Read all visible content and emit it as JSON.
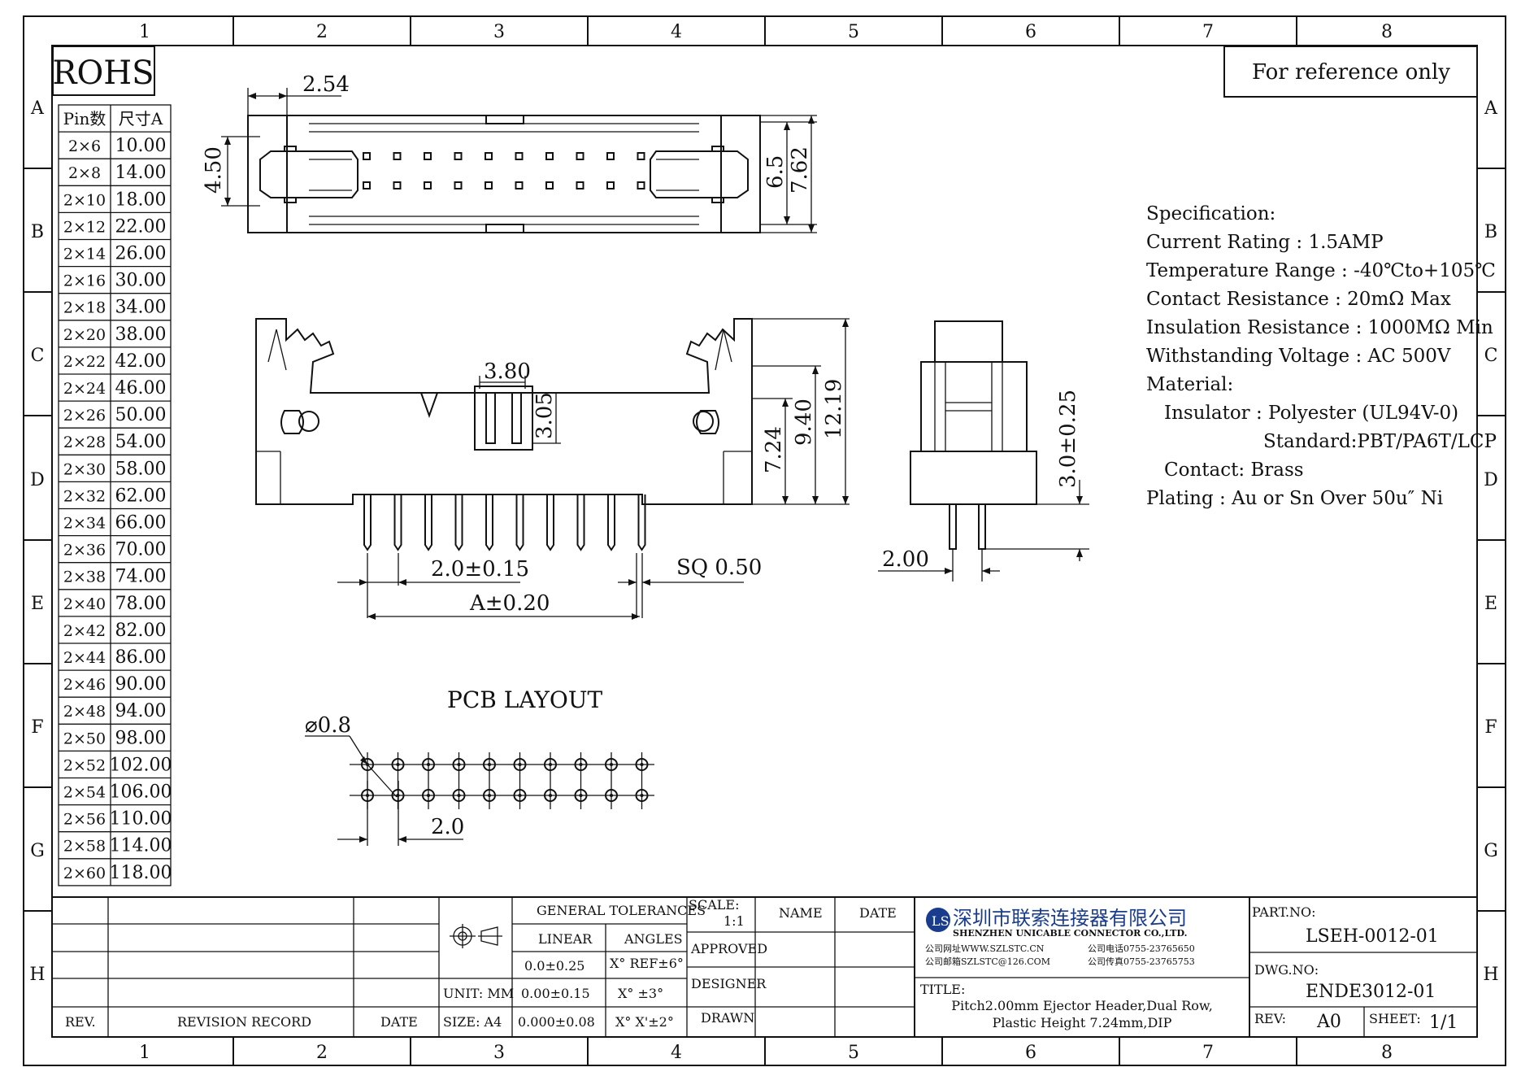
{
  "grid": {
    "columns": [
      "1",
      "2",
      "3",
      "4",
      "5",
      "6",
      "7",
      "8"
    ],
    "rows": [
      "A",
      "B",
      "C",
      "D",
      "E",
      "F",
      "G",
      "H"
    ]
  },
  "rohs": "ROHS",
  "reference_note": "For reference only",
  "pin_table": {
    "headers": [
      "Pin数",
      "尺寸A"
    ],
    "rows": [
      [
        "2×6",
        "10.00"
      ],
      [
        "2×8",
        "14.00"
      ],
      [
        "2×10",
        "18.00"
      ],
      [
        "2×12",
        "22.00"
      ],
      [
        "2×14",
        "26.00"
      ],
      [
        "2×16",
        "30.00"
      ],
      [
        "2×18",
        "34.00"
      ],
      [
        "2×20",
        "38.00"
      ],
      [
        "2×22",
        "42.00"
      ],
      [
        "2×24",
        "46.00"
      ],
      [
        "2×26",
        "50.00"
      ],
      [
        "2×28",
        "54.00"
      ],
      [
        "2×30",
        "58.00"
      ],
      [
        "2×32",
        "62.00"
      ],
      [
        "2×34",
        "66.00"
      ],
      [
        "2×36",
        "70.00"
      ],
      [
        "2×38",
        "74.00"
      ],
      [
        "2×40",
        "78.00"
      ],
      [
        "2×42",
        "82.00"
      ],
      [
        "2×44",
        "86.00"
      ],
      [
        "2×46",
        "90.00"
      ],
      [
        "2×48",
        "94.00"
      ],
      [
        "2×50",
        "98.00"
      ],
      [
        "2×52",
        "102.00"
      ],
      [
        "2×54",
        "106.00"
      ],
      [
        "2×56",
        "110.00"
      ],
      [
        "2×58",
        "114.00"
      ],
      [
        "2×60",
        "118.00"
      ]
    ]
  },
  "dimensions": {
    "pitch_top": "2.54",
    "width_top": "4.50",
    "height_6_5": "6.5",
    "height_7_62": "7.62",
    "key_width": "3.80",
    "key_depth": "3.05",
    "height_7_24": "7.24",
    "height_9_40": "9.40",
    "height_12_19": "12.19",
    "pitch_tol": "2.0±0.15",
    "square_pin": "SQ 0.50",
    "length_a": "A±0.20",
    "pin_length": "3.0±0.25",
    "row_pitch": "2.00",
    "pcb_title": "PCB LAYOUT",
    "hole_dia": "⌀0.8",
    "pcb_pitch": "2.0"
  },
  "specification": {
    "heading": "Specification:",
    "lines": [
      "Current Rating : 1.5AMP",
      "Temperature Range : -40℃to+105℃",
      "Contact Resistance : 20mΩ Max",
      "Insulation Resistance : 1000MΩ Min",
      "Withstanding Voltage : AC 500V",
      "Material:",
      "Insulator : Polyester (UL94V-0)",
      "Standard:PBT/PA6T/LCP",
      "Contact: Brass",
      "Plating : Au or Sn Over 50u″ Ni"
    ]
  },
  "title_block": {
    "rev_label": "REV.",
    "revision_record": "REVISION RECORD",
    "date_label": "DATE",
    "unit": "UNIT: MM",
    "size": "SIZE: A4",
    "general_tolerances": "GENERAL TOLERANCES",
    "linear": "LINEAR",
    "angles": "ANGLES",
    "tol_linear": [
      "0.0±0.25",
      "0.00±0.15",
      "0.000±0.08"
    ],
    "tol_angles": [
      "X° REF±6°",
      "X° ±3°",
      "X° X'±2°"
    ],
    "scale_label": "SCALE:",
    "scale_value": "1:1",
    "name_label": "NAME",
    "date_col": "DATE",
    "approved": "APPROVED",
    "designer": "DESIGNER",
    "drawn": "DRAWN",
    "company_cn": "深圳市联索连接器有限公司",
    "company_en": "SHENZHEN UNICABLE CONNECTOR CO.,LTD.",
    "company_web": "公司网址WWW.SZLSTC.CN",
    "company_mail": "公司邮箱SZLSTC@126.COM",
    "company_tel": "公司电话0755-23765650",
    "company_fax": "公司传真0755-23765753",
    "title_label": "TITLE:",
    "title_line1": "Pitch2.00mm Ejector Header,Dual Row,",
    "title_line2": "Plastic Height 7.24mm,DIP",
    "part_no_label": "PART.NO:",
    "part_no": "LSEH-0012-01",
    "dwg_no_label": "DWG.NO:",
    "dwg_no": "ENDE3012-01",
    "rev_block_label": "REV:",
    "rev_value": "A0",
    "sheet_label": "SHEET:",
    "sheet_value": "1/1"
  },
  "colors": {
    "ink": "#111111",
    "logo": "#1a3c8c"
  }
}
